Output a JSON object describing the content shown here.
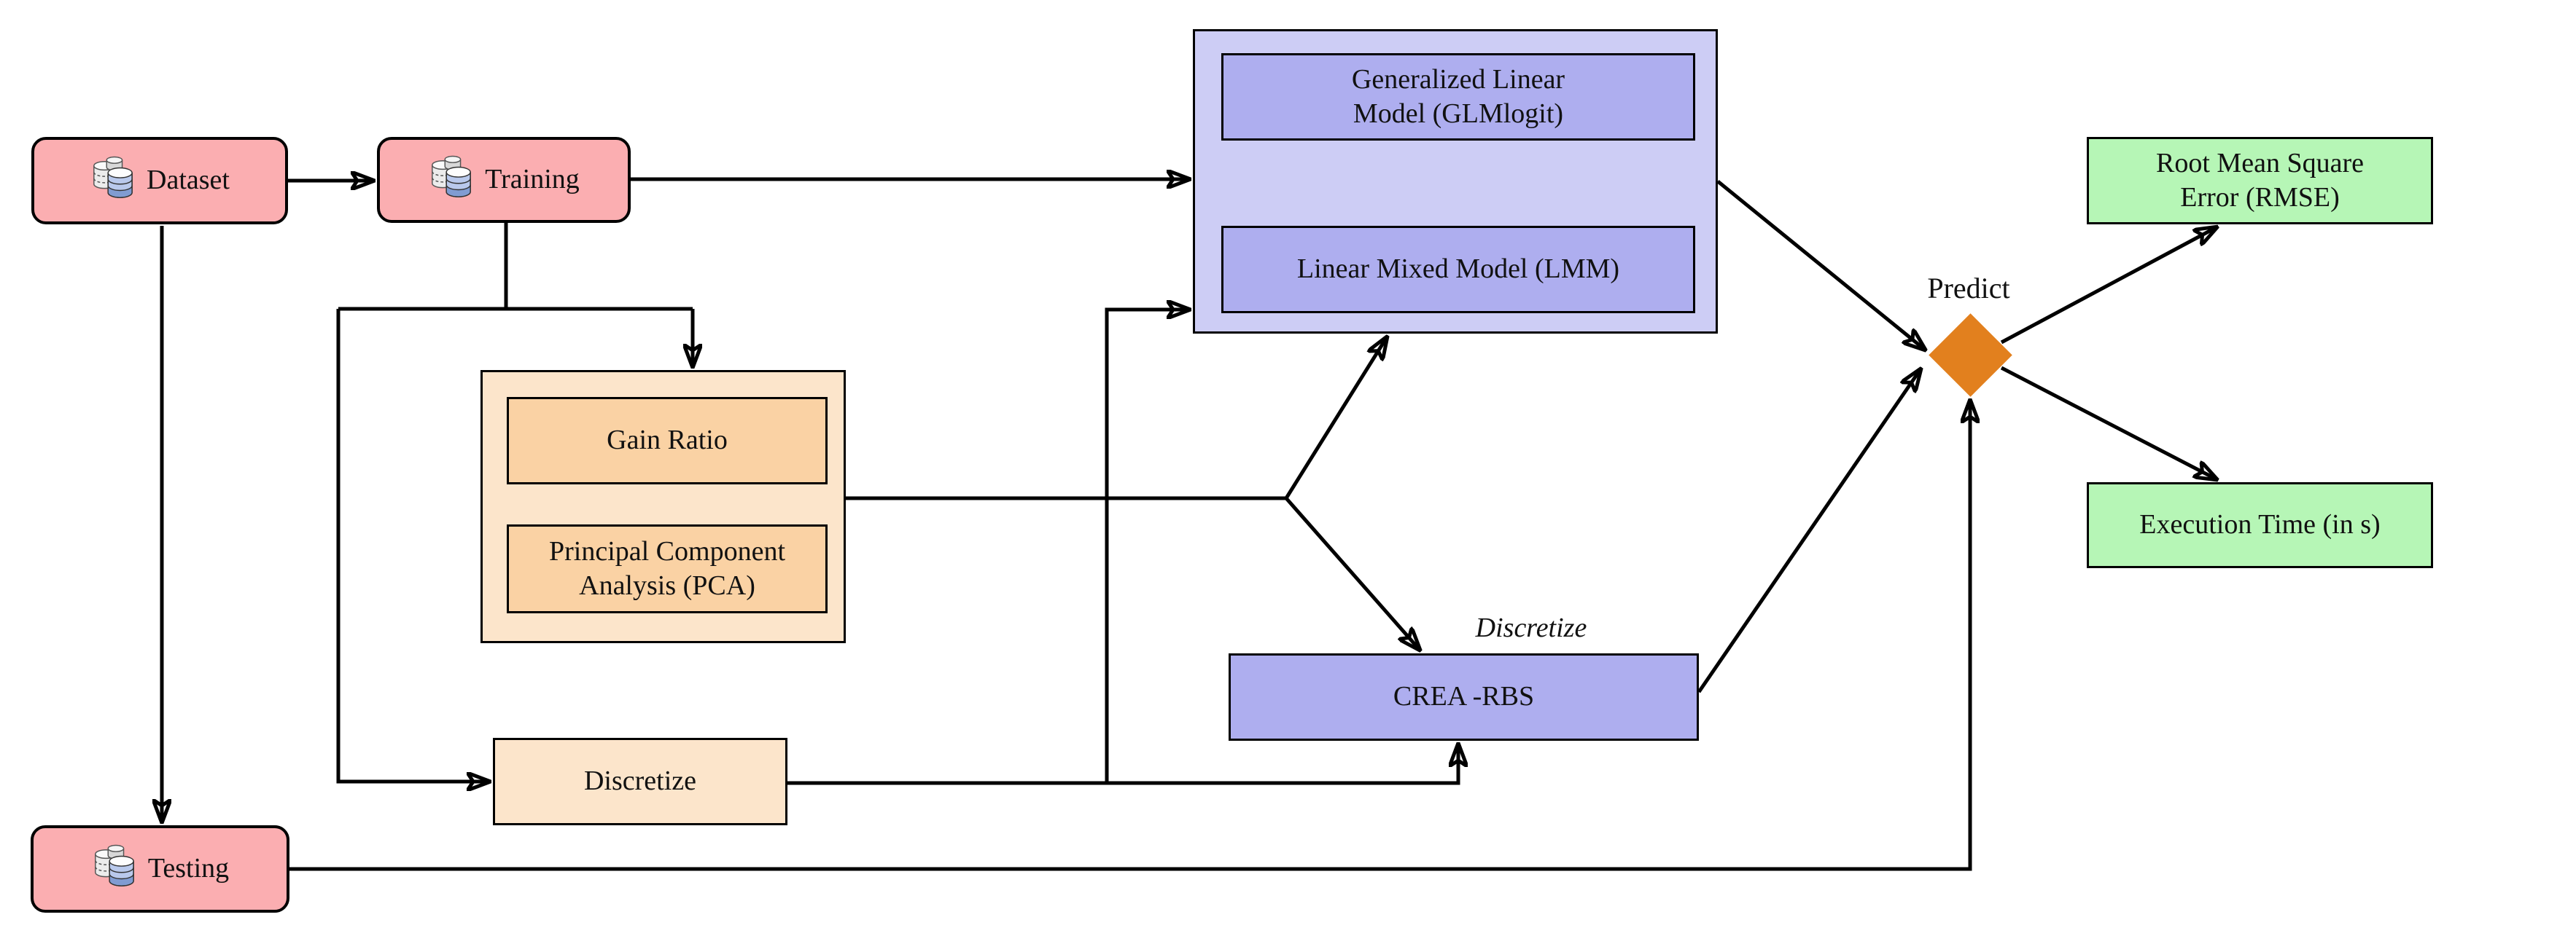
{
  "diagram": {
    "nodes": {
      "dataset": {
        "label": "Dataset",
        "icon": "database-icon"
      },
      "training": {
        "label": "Training",
        "icon": "database-icon"
      },
      "testing": {
        "label": "Testing",
        "icon": "database-icon"
      },
      "models_group": {
        "glm": {
          "line1": "Generalized Linear",
          "line2": "Model (GLMlogit)"
        },
        "lmm": {
          "label": "Linear Mixed Model (LMM)"
        }
      },
      "feature_group": {
        "gain_ratio": {
          "label": "Gain Ratio"
        },
        "pca": {
          "line1": "Principal Component",
          "line2": "Analysis (PCA)"
        }
      },
      "discretize": {
        "label": "Discretize"
      },
      "crea_rbs": {
        "label": "CREA -RBS"
      },
      "rmse": {
        "line1": "Root Mean Square",
        "line2": "Error (RMSE)"
      },
      "execution_time": {
        "label": "Execution Time (in s)"
      }
    },
    "edge_labels": {
      "predict": "Predict",
      "discretize": "Discretize"
    },
    "colors": {
      "pink": "#FBAEB1",
      "blue_light": "#CDCDF5",
      "blue_mid": "#AEAEEF",
      "orange_light": "#FCE5CB",
      "orange_mid": "#FAD2A4",
      "green": "#B6F6B6",
      "diamond": "#E2801E",
      "line": "#000000"
    }
  }
}
